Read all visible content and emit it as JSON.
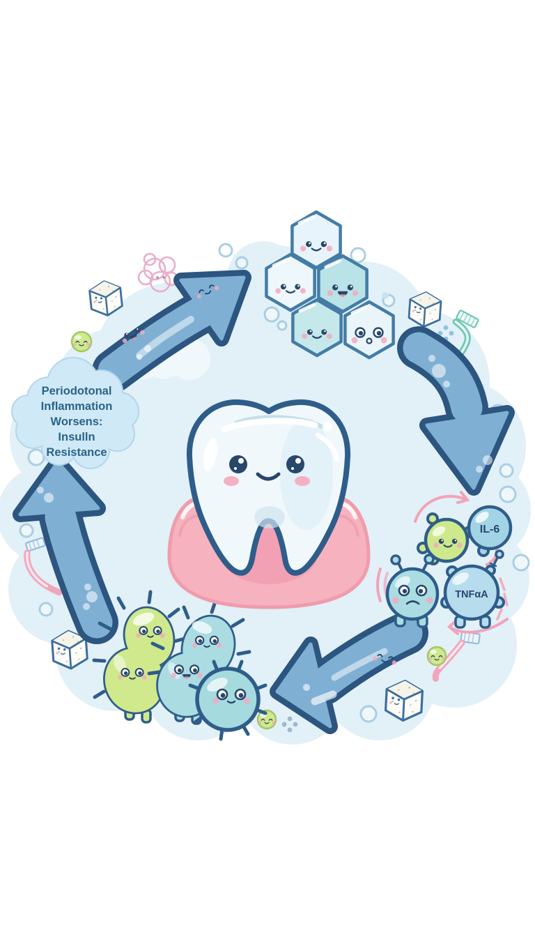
{
  "illustration": {
    "cloud": {
      "line1": "Periodotonal",
      "line2": "Inflammation",
      "line3": "Worsens:",
      "line4": "Insulln",
      "line5": "Resistance"
    },
    "cytokines": {
      "il6_label": "IL-6",
      "tnf_label": "TNFαA"
    },
    "colors": {
      "arrow_blue": "#7fb0d4",
      "outline_navy": "#2f5d8a",
      "gum_pink": "#f7b2c0",
      "bacteria_green": "#cfe98c",
      "cell_teal": "#aadce2",
      "cloud_fill": "#cfe9f6",
      "background_blob": "#e2f0f8",
      "accent_pink": "#f2a3b8",
      "text_navy": "#2b6387"
    }
  }
}
